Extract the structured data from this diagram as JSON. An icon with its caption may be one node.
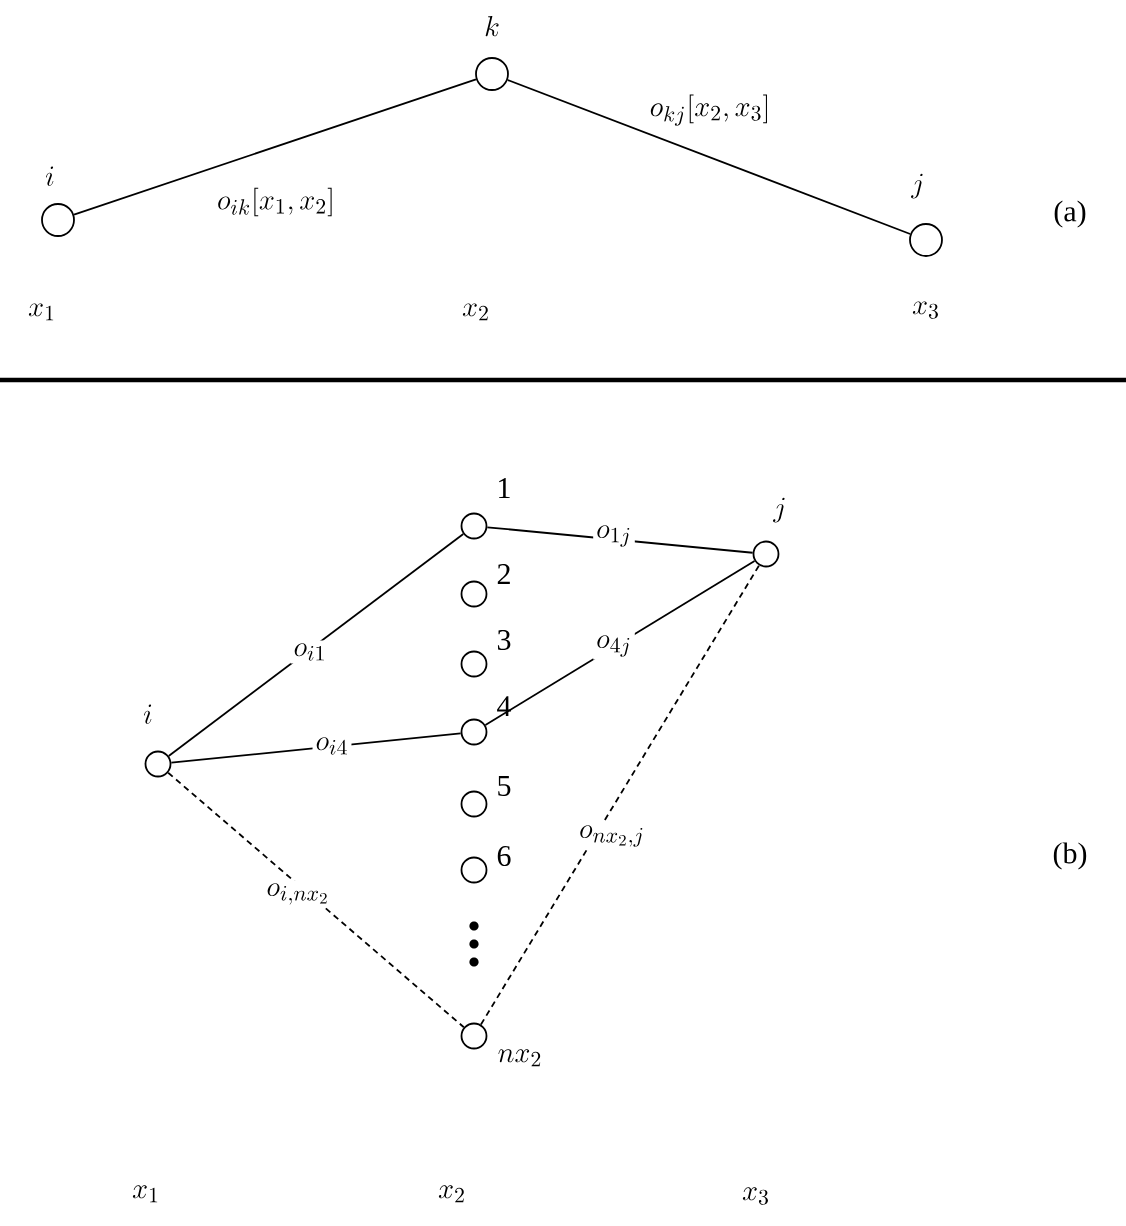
{
  "diagram": {
    "nodes": [
      {
        "text": [],
        "shape": "circle",
        "beside": [
          "i"
        ]
      },
      {
        "text": [],
        "shape": "circle",
        "beside": [
          "k"
        ]
      },
      {
        "text": [],
        "shape": "circle",
        "beside": [
          "j"
        ]
      },
      {
        "text": [],
        "shape": "circle",
        "beside": [
          "i"
        ]
      },
      {
        "text": [],
        "shape": "circle",
        "beside": [
          "1"
        ]
      },
      {
        "text": [],
        "shape": "circle",
        "beside": [
          "2"
        ]
      },
      {
        "text": [],
        "shape": "circle",
        "beside": [
          "3"
        ]
      },
      {
        "text": [],
        "shape": "circle",
        "beside": [
          "4"
        ]
      },
      {
        "text": [],
        "shape": "circle",
        "beside": [
          "5"
        ]
      },
      {
        "text": [],
        "shape": "circle",
        "beside": [
          "6"
        ]
      },
      {
        "text": [],
        "shape": "circle",
        "beside": [
          "nx_2"
        ]
      },
      {
        "text": [],
        "shape": "circle",
        "beside": [
          "j"
        ]
      }
    ],
    "edges": [
      {
        "from": 0,
        "to": 1,
        "arrow": "none",
        "label": "o_{ik}[x_1,x_2]"
      },
      {
        "from": 1,
        "to": 2,
        "arrow": "none",
        "label": "o_{kj}[x_2,x_3]"
      },
      {
        "from": 3,
        "to": 4,
        "arrow": "none",
        "label": "o_{i1}"
      },
      {
        "from": 3,
        "to": 7,
        "arrow": "none",
        "label": "o_{i4}"
      },
      {
        "from": 3,
        "to": 10,
        "arrow": "none",
        "label": "o_{i,nx_2}",
        "style": "dashed"
      },
      {
        "from": 4,
        "to": 11,
        "arrow": "none",
        "label": "o_{1j}"
      },
      {
        "from": 7,
        "to": 11,
        "arrow": "none",
        "label": "o_{4j}"
      },
      {
        "from": 10,
        "to": 11,
        "arrow": "none",
        "label": "o_{nx_2,j}",
        "style": "dashed"
      }
    ],
    "labels": [
      "(a)",
      "x_1",
      "x_2",
      "x_3",
      "(b)",
      "x_1",
      "x_2",
      "x_3"
    ]
  }
}
